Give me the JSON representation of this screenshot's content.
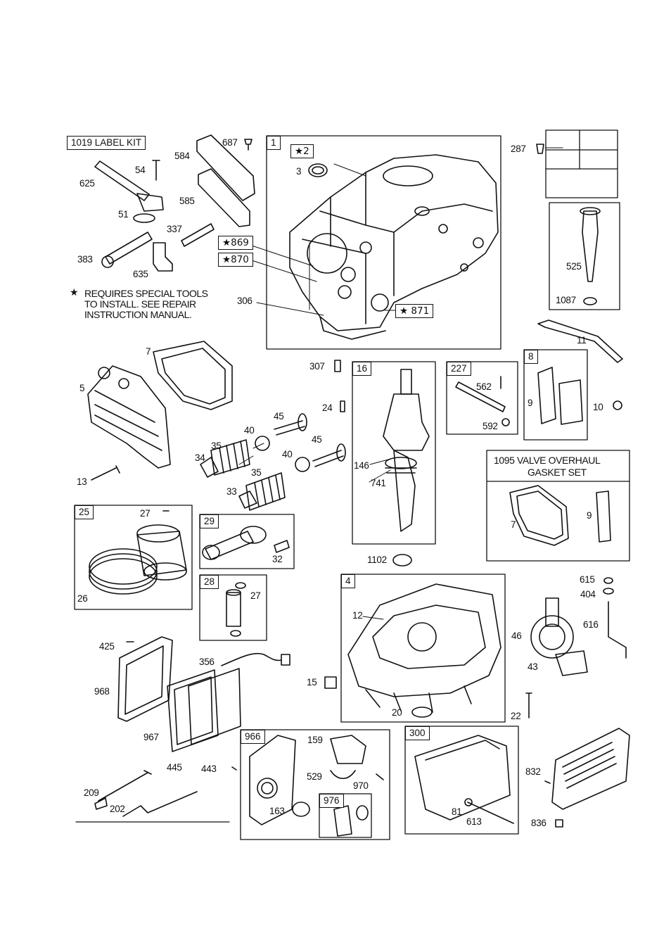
{
  "kit_label": "1019 LABEL KIT",
  "special_tools_note": {
    "star": "★",
    "lines": [
      "REQUIRES SPECIAL TOOLS",
      "TO INSTALL. SEE REPAIR",
      "INSTRUCTION MANUAL."
    ]
  },
  "gasket_set_title": [
    "1095 VALVE OVERHAUL",
    "GASKET SET"
  ],
  "group_boxes": {
    "g1": "1",
    "g16": "16",
    "g227": "227",
    "g8": "8",
    "g25": "25",
    "g29": "29",
    "g28": "28",
    "g4": "4",
    "g966": "966",
    "g976": "976",
    "g300": "300"
  },
  "star_boxes": {
    "s2": "★2",
    "s869": "★869",
    "s870": "★870",
    "s871": "★ 871"
  },
  "part_labels": {
    "p687": "687",
    "p584": "584",
    "p585": "585",
    "p54": "54",
    "p625": "625",
    "p51": "51",
    "p337": "337",
    "p383": "383",
    "p635": "635",
    "p3": "3",
    "p306": "306",
    "p287": "287",
    "p525": "525",
    "p1087": "1087",
    "p11": "11",
    "p7a": "7",
    "p5": "5",
    "p307": "307",
    "p24": "24",
    "p562": "562",
    "p592": "592",
    "p9a": "9",
    "p10": "10",
    "p45a": "45",
    "p40a": "40",
    "p35a": "35",
    "p34": "34",
    "p40b": "40",
    "p45b": "45",
    "p35b": "35",
    "p33": "33",
    "p13": "13",
    "p146": "146",
    "p741": "741",
    "p7b": "7",
    "p9b": "9",
    "p27a": "27",
    "p32": "32",
    "p26": "26",
    "p27b": "27",
    "p1102": "1102",
    "p12": "12",
    "p615": "615",
    "p404": "404",
    "p616": "616",
    "p46": "46",
    "p43": "43",
    "p425": "425",
    "p356": "356",
    "p968": "968",
    "p15": "15",
    "p20": "20",
    "p22": "22",
    "p967": "967",
    "p445": "445",
    "p443": "443",
    "p159": "159",
    "p529": "529",
    "p970": "970",
    "p163": "163",
    "p832": "832",
    "p81": "81",
    "p613": "613",
    "p836": "836",
    "p209": "209",
    "p202": "202"
  }
}
